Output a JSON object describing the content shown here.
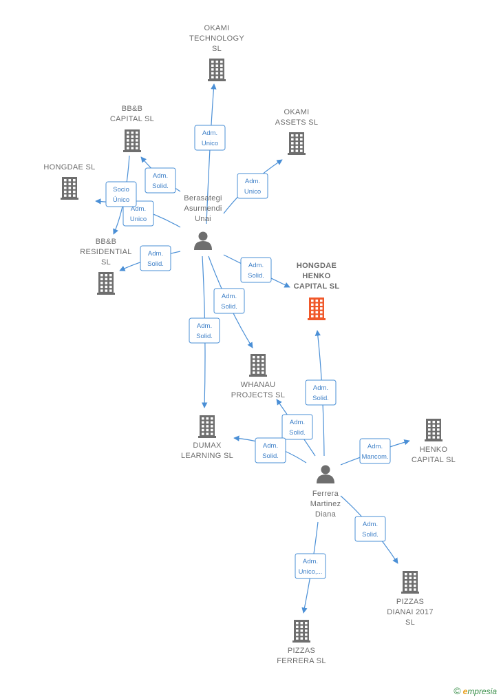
{
  "nodes": [
    {
      "id": "okami_tech",
      "type": "company",
      "label_lines": [
        "OKAMI",
        "TECHNOLOGY",
        "SL"
      ],
      "color": "#6e6e6e"
    },
    {
      "id": "okami_assets",
      "type": "company",
      "label_lines": [
        "OKAMI",
        "ASSETS  SL"
      ],
      "color": "#6e6e6e"
    },
    {
      "id": "bbb_capital",
      "type": "company",
      "label_lines": [
        "BB&B",
        "CAPITAL  SL"
      ],
      "color": "#6e6e6e"
    },
    {
      "id": "hongdae",
      "type": "company",
      "label_lines": [
        "HONGDAE  SL"
      ],
      "color": "#6e6e6e"
    },
    {
      "id": "bbb_residential",
      "type": "company",
      "label_lines": [
        "BB&B",
        "RESIDENTIAL",
        "SL"
      ],
      "color": "#6e6e6e"
    },
    {
      "id": "hongdae_henko",
      "type": "company",
      "label_lines": [
        "HONGDAE",
        "HENKO",
        "CAPITAL  SL"
      ],
      "color": "#f0582a",
      "highlight": true
    },
    {
      "id": "whanau",
      "type": "company",
      "label_lines": [
        "WHANAU",
        "PROJECTS  SL"
      ],
      "color": "#6e6e6e"
    },
    {
      "id": "dumax",
      "type": "company",
      "label_lines": [
        "DUMAX",
        "LEARNING  SL"
      ],
      "color": "#6e6e6e"
    },
    {
      "id": "henko_capital",
      "type": "company",
      "label_lines": [
        "HENKO",
        "CAPITAL  SL"
      ],
      "color": "#6e6e6e"
    },
    {
      "id": "pizzas_dianai",
      "type": "company",
      "label_lines": [
        "PIZZAS",
        "DIANAI 2017",
        "SL"
      ],
      "color": "#6e6e6e"
    },
    {
      "id": "pizzas_ferrera",
      "type": "company",
      "label_lines": [
        "PIZZAS",
        "FERRERA  SL"
      ],
      "color": "#6e6e6e"
    },
    {
      "id": "berasategi",
      "type": "person",
      "label_lines": [
        "Berasategi",
        "Asurmendi",
        "Unai"
      ],
      "color": "#6e6e6e"
    },
    {
      "id": "ferrera",
      "type": "person",
      "label_lines": [
        "Ferrera",
        "Martinez",
        "Diana"
      ],
      "color": "#6e6e6e"
    }
  ],
  "edges": [
    {
      "from": "berasategi",
      "to": "okami_tech",
      "label_lines": [
        "Adm.",
        "Unico"
      ]
    },
    {
      "from": "berasategi",
      "to": "okami_assets",
      "label_lines": [
        "Adm.",
        "Unico"
      ]
    },
    {
      "from": "berasategi",
      "to": "bbb_capital",
      "label_lines": [
        "Adm.",
        "Solid."
      ]
    },
    {
      "from": "berasategi",
      "to": "hongdae",
      "label_lines": [
        "Adm.",
        "Unico"
      ]
    },
    {
      "from": "bbb_capital",
      "to": "bbb_residential",
      "label_lines": [
        "Socio",
        "Único"
      ]
    },
    {
      "from": "berasategi",
      "to": "bbb_residential",
      "label_lines": [
        "Adm.",
        "Solid."
      ]
    },
    {
      "from": "berasategi",
      "to": "hongdae_henko",
      "label_lines": [
        "Adm.",
        "Solid."
      ]
    },
    {
      "from": "berasategi",
      "to": "whanau",
      "label_lines": [
        "Adm.",
        "Solid."
      ]
    },
    {
      "from": "berasategi",
      "to": "dumax",
      "label_lines": [
        "Adm.",
        "Solid."
      ]
    },
    {
      "from": "ferrera",
      "to": "hongdae_henko",
      "label_lines": [
        "Adm.",
        "Solid."
      ]
    },
    {
      "from": "ferrera",
      "to": "whanau",
      "label_lines": [
        "Adm.",
        "Solid."
      ]
    },
    {
      "from": "ferrera",
      "to": "dumax",
      "label_lines": [
        "Adm.",
        "Solid."
      ]
    },
    {
      "from": "ferrera",
      "to": "henko_capital",
      "label_lines": [
        "Adm.",
        "Mancom."
      ]
    },
    {
      "from": "ferrera",
      "to": "pizzas_dianai",
      "label_lines": [
        "Adm.",
        "Solid."
      ]
    },
    {
      "from": "ferrera",
      "to": "pizzas_ferrera",
      "label_lines": [
        "Adm.",
        "Unico,..."
      ]
    }
  ],
  "brand": {
    "copyright_symbol": "©",
    "first_letter": "e",
    "rest": "mpresia"
  },
  "colors": {
    "edge": "#4a8fd6",
    "edge_text": "#3d7fc7",
    "node_default": "#6e6e6e",
    "node_highlight": "#f0582a"
  }
}
